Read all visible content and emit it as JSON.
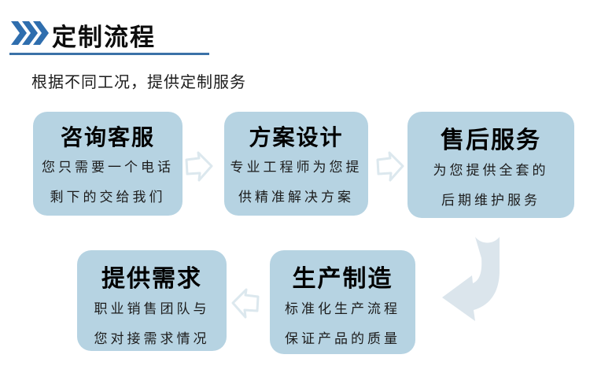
{
  "header": {
    "icon": "triple-chevron-right-icon",
    "title": "定制流程",
    "subtitle": "根据不同工况，提供定制服务"
  },
  "colors": {
    "accent_blue": "#2f6eae",
    "underline_blue": "#3b72a8",
    "box_fill": "#b6d3e2",
    "outline_arrow_stroke": "#dce8ee",
    "curved_arrow_fill": "#dbe5ec",
    "title_text": "#0d0d0d",
    "body_text": "#1c1c1c"
  },
  "flow": {
    "steps": [
      {
        "id": "consult",
        "title": "咨询客服",
        "lines": [
          "您只需要一个电话",
          "剩下的交给我们"
        ]
      },
      {
        "id": "design",
        "title": "方案设计",
        "lines": [
          "专业工程师为您提",
          "供精准解决方案"
        ]
      },
      {
        "id": "aftersales",
        "title": "售后服务",
        "lines": [
          "为您提供全套的",
          "后期维护服务"
        ]
      },
      {
        "id": "requirements",
        "title": "提供需求",
        "lines": [
          "职业销售团队与",
          "您对接需求情况"
        ]
      },
      {
        "id": "manufacture",
        "title": "生产制造",
        "lines": [
          "标准化生产流程",
          "保证产品的质量"
        ]
      }
    ],
    "arrows": [
      {
        "between": "consult-to-design",
        "direction": "right"
      },
      {
        "between": "design-to-aftersales",
        "direction": "right"
      },
      {
        "between": "aftersales-to-manufacture",
        "direction": "curve-down-left"
      },
      {
        "between": "manufacture-to-requirements",
        "direction": "left"
      }
    ]
  }
}
